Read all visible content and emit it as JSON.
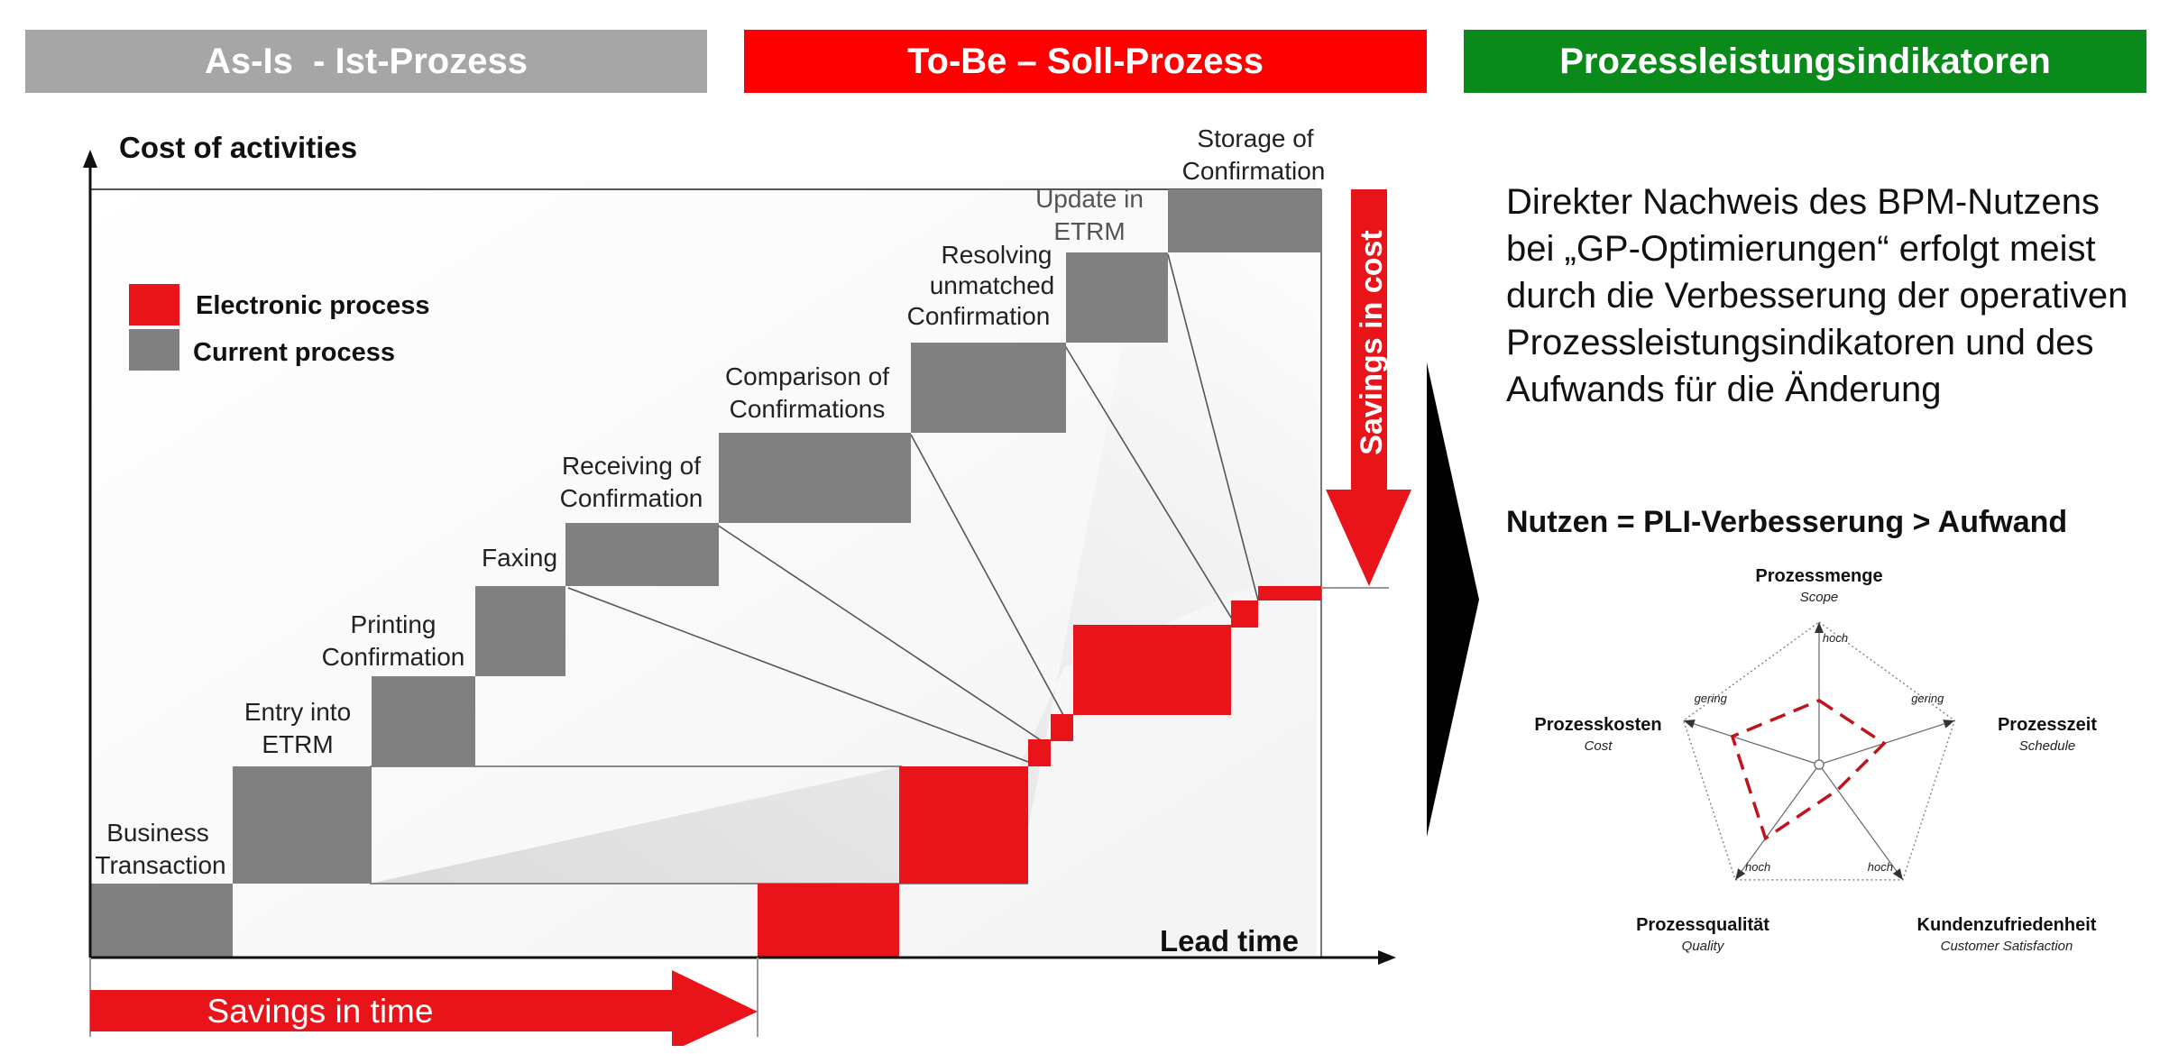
{
  "headers": {
    "as_is": "As-Is  - Ist-Prozess",
    "to_be": "To-Be – Soll-Prozess",
    "pli": "Prozessleistungsindikatoren"
  },
  "cost_chart": {
    "y_axis_label": "Cost of activities",
    "x_axis_label": "Lead time",
    "legend": [
      {
        "label": "Electronic process",
        "color": "#e8141a"
      },
      {
        "label": "Current process",
        "color": "#808080"
      }
    ],
    "steps": [
      {
        "lines": [
          "Business",
          "Transaction"
        ]
      },
      {
        "lines": [
          "Entry into",
          "ETRM"
        ]
      },
      {
        "lines": [
          "Printing",
          "Confirmation"
        ]
      },
      {
        "lines": [
          "Faxing"
        ]
      },
      {
        "lines": [
          "Receiving of",
          "Confirmation"
        ]
      },
      {
        "lines": [
          "Comparison of",
          "Confirmations"
        ]
      },
      {
        "lines": [
          "Resolving",
          "unmatched",
          "Confirmation"
        ]
      },
      {
        "lines": [
          "Update in",
          "ETRM"
        ]
      },
      {
        "lines": [
          "Storage of",
          "Confirmation"
        ]
      }
    ],
    "savings_cost_label": "Savings in cost",
    "savings_time_label": "Savings in time"
  },
  "description": "Direkter Nachweis des BPM-Nutzens bei „GP-Optimierungen“ erfolgt meist durch die Verbesserung der operativen Prozessleistungsindikatoren und des Aufwands für die Änderung",
  "formula": "Nutzen = PLI-Verbesserung > Aufwand",
  "radar": {
    "axes": [
      {
        "name": "Prozessmenge",
        "sub": "Scope",
        "marker": "hoch",
        "value": 0.45
      },
      {
        "name": "Prozesszeit",
        "sub": "Schedule",
        "marker": "gering",
        "value": 0.48
      },
      {
        "name": "Kundenzufriedenheit",
        "sub": "Customer Satisfaction",
        "marker": "hoch",
        "value": 0.22
      },
      {
        "name": "Prozessqualität",
        "sub": "Quality",
        "marker": "hoch",
        "value": 0.64
      },
      {
        "name": "Prozesskosten",
        "sub": "Cost",
        "marker": "gering",
        "value": 0.64
      }
    ],
    "series_color": "#c0141a"
  }
}
